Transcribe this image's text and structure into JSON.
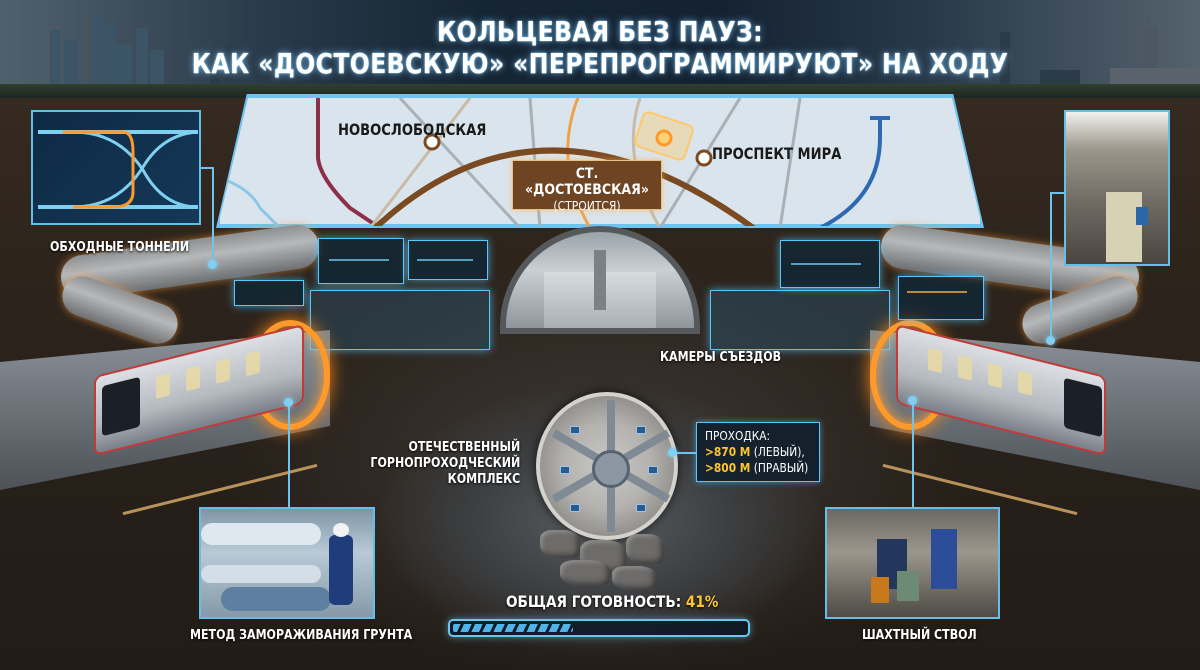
{
  "title": {
    "line1": "КОЛЬЦЕВАЯ БЕЗ ПАУЗ:",
    "line2": "КАК «ДОСТОЕВСКУЮ» «ПЕРЕПРОГРАММИРУЮТ» НА ХОДУ"
  },
  "map": {
    "stations": [
      {
        "name": "НОВОСЛОБОДСКАЯ"
      },
      {
        "name": "ПРОСПЕКТ МИРА"
      }
    ],
    "highlight": {
      "name": "СТ. «ДОСТОЕВСКАЯ»",
      "status": "(СТРОИТСЯ)"
    },
    "colors": {
      "ring_line": "#7a4a22",
      "highlight_tag": "#6e4423",
      "glow": "#ffa63a",
      "blue_line": "#2f69b3",
      "red_line": "#8d2f48",
      "light_blue_line": "#8cc8e6",
      "board_bg": "#d9e4ec",
      "board_border": "#6fc3ee"
    }
  },
  "callouts": {
    "bypass_tunnels": "ОБХОДНЫЕ ТОННЕЛИ",
    "junction_chambers": "КАМЕРЫ СЪЕЗДОВ",
    "tbm": [
      "ОТЕЧЕСТВЕННЫЙ",
      "ГОРНОПРОХОДЧЕСКИЙ",
      "КОМПЛЕКС"
    ],
    "freezing_method": "МЕТОД ЗАМОРАЖИВАНИЯ ГРУНТА",
    "shaft": "ШАХТНЫЙ СТВОЛ"
  },
  "tunneling": {
    "label": "ПРОХОДКА:",
    "left_value": ">870 М",
    "left_side": "(ЛЕВЫЙ),",
    "right_value": ">800 М",
    "right_side": "(ПРАВЫЙ)"
  },
  "readiness": {
    "label": "ОБЩАЯ ГОТОВНОСТЬ:",
    "value": "41%",
    "percent": 41
  },
  "palette": {
    "accent_cyan": "#56c8ff",
    "accent_yellow": "#ffc62e",
    "glow_orange": "#ff9a2a"
  }
}
